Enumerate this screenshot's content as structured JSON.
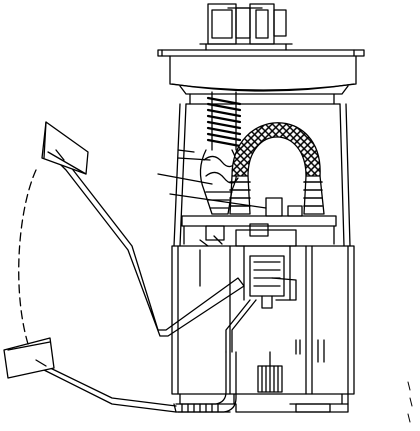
{
  "figure": {
    "kind": "technical-line-drawing",
    "subject": "fuel-pump-module-assembly",
    "line_color": "#000000",
    "background_color": "#ffffff",
    "texts": []
  },
  "parts": [
    {
      "name": "electrical-connector"
    },
    {
      "name": "mounting-flange"
    },
    {
      "name": "guide-rods"
    },
    {
      "name": "spring-hose"
    },
    {
      "name": "braided-fuel-hose"
    },
    {
      "name": "pump-head"
    },
    {
      "name": "pump-reservoir"
    },
    {
      "name": "float-arm"
    },
    {
      "name": "upper-float"
    },
    {
      "name": "lower-float"
    },
    {
      "name": "float-swing-arc"
    }
  ]
}
